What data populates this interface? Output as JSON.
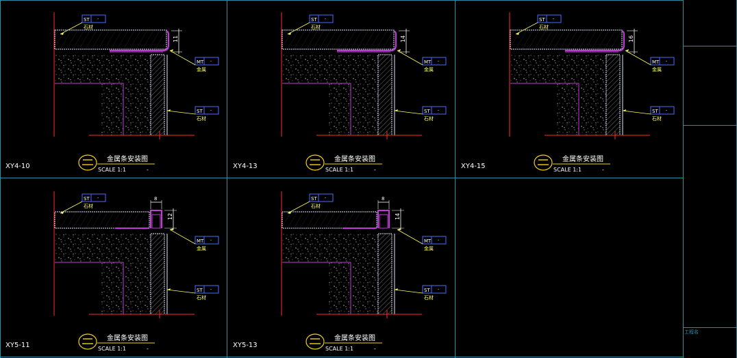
{
  "panels": [
    {
      "code": "XY4-10",
      "title": "金属条安装图",
      "scale": "SCALE 1:1",
      "dim": "11",
      "variant": "cap"
    },
    {
      "code": "XY4-13",
      "title": "金属条安装图",
      "scale": "SCALE 1:1",
      "dim": "14",
      "variant": "cap"
    },
    {
      "code": "XY4-15",
      "title": "金属条安装图",
      "scale": "SCALE 1:1",
      "dim": "16",
      "variant": "cap"
    },
    {
      "code": "XY5-11",
      "title": "金属条安装图",
      "scale": "SCALE 1:1",
      "dim": "12",
      "width_dim": "8",
      "variant": "channel"
    },
    {
      "code": "XY5-13",
      "title": "金属条安装图",
      "scale": "SCALE 1:1",
      "dim": "14",
      "width_dim": "8",
      "variant": "channel"
    }
  ],
  "tags": {
    "stone_code": "ST",
    "stone_label": "石材",
    "metal_code": "MT",
    "metal_label": "金属"
  },
  "title_block": {
    "project_name_label": "工程名"
  },
  "colors": {
    "background": "#000000",
    "frame": "#2a8fa3",
    "stone": "#dfe6ff",
    "hatch": "#ffffff",
    "metal": "#c03bd6",
    "dimension": "#ffffff",
    "tag_box": "#4b6bff",
    "leader": "#ffff66",
    "floor_line": "#ff2b2b",
    "title_underline": "#f5d21b"
  }
}
